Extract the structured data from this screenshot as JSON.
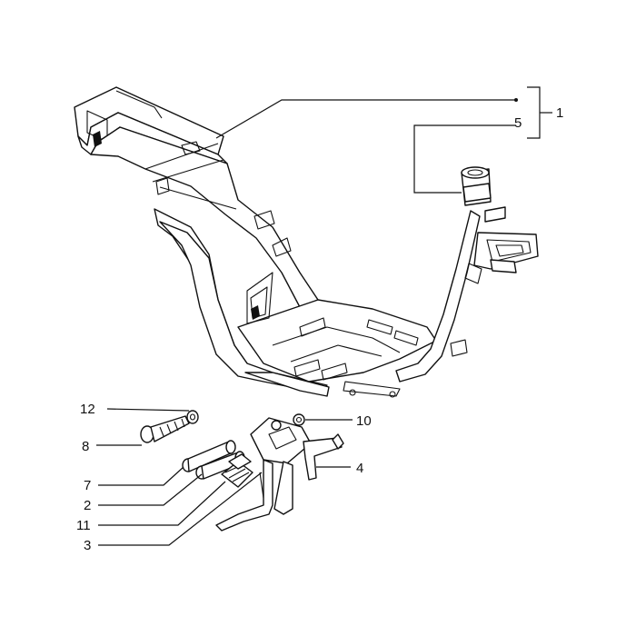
{
  "callouts": [
    {
      "id": "c1",
      "label": "1"
    },
    {
      "id": "c5",
      "label": "5"
    },
    {
      "id": "c12",
      "label": "12"
    },
    {
      "id": "c8",
      "label": "8"
    },
    {
      "id": "c10",
      "label": "10"
    },
    {
      "id": "c4",
      "label": "4"
    },
    {
      "id": "c7",
      "label": "7"
    },
    {
      "id": "c2",
      "label": "2"
    },
    {
      "id": "c11",
      "label": "11"
    },
    {
      "id": "c3",
      "label": "3"
    }
  ]
}
